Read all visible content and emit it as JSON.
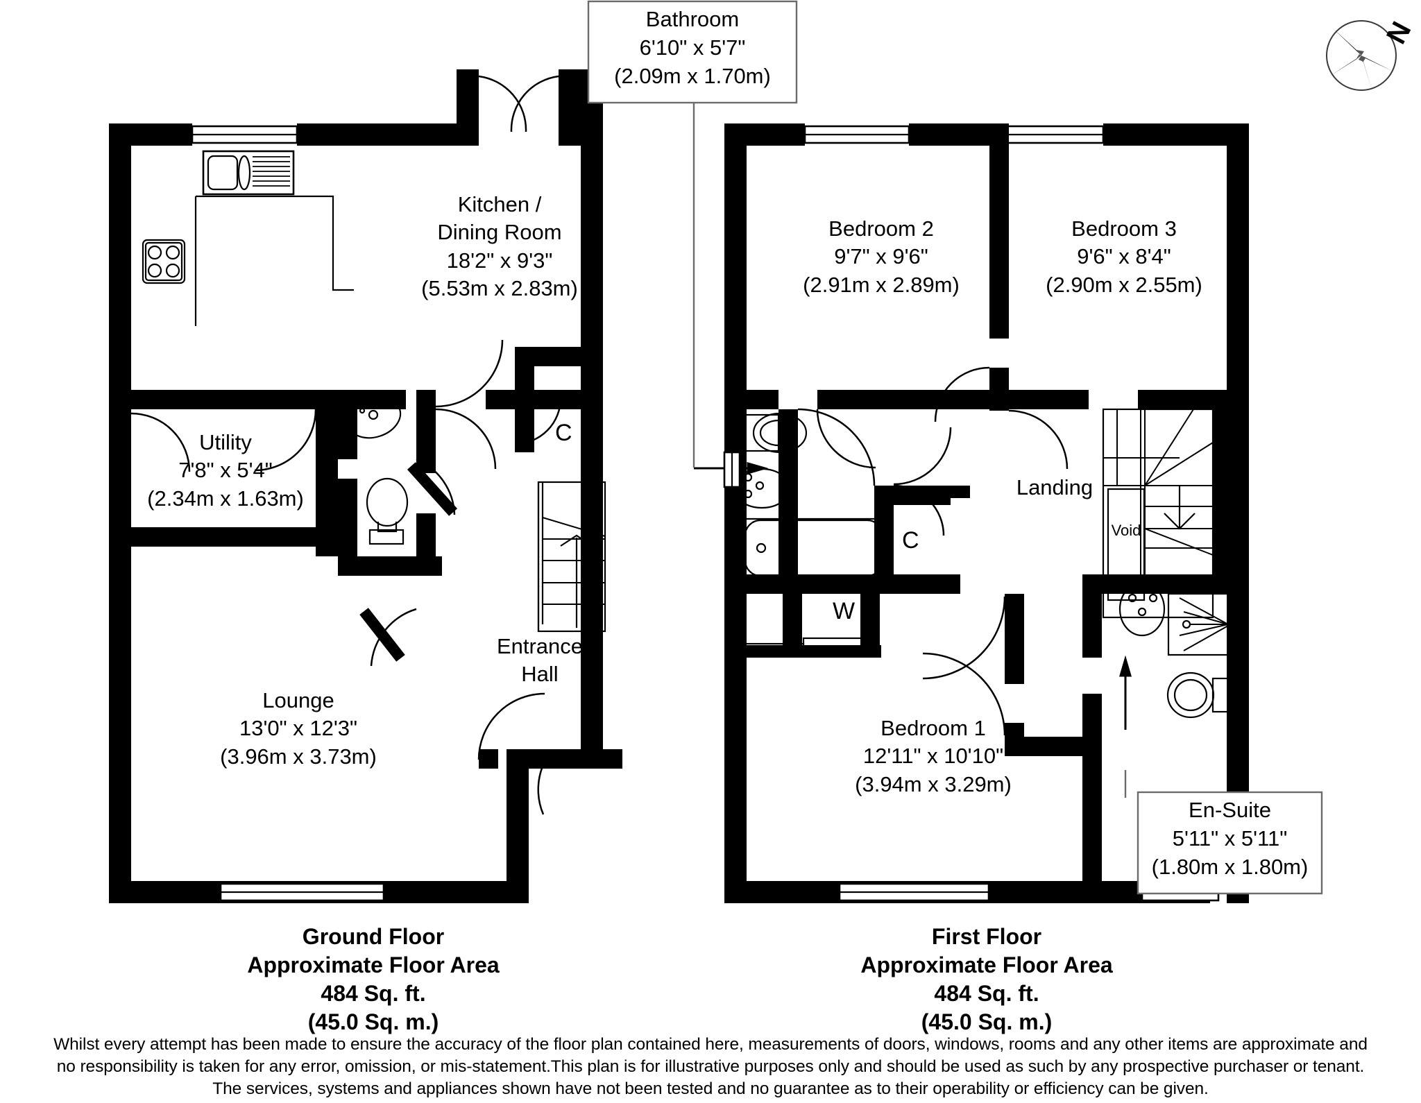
{
  "document": {
    "type": "floor-plan",
    "compass": {
      "label": "N",
      "icon": "compass-rose-icon"
    }
  },
  "callouts": [
    {
      "id": "bathroom",
      "name": "Bathroom",
      "imperial": "6'10\" x 5'7\"",
      "metric": "(2.09m x 1.70m)"
    },
    {
      "id": "ensuite",
      "name": "En-Suite",
      "imperial": "5'11\" x 5'11\"",
      "metric": "(1.80m x 1.80m)"
    }
  ],
  "ground_floor": {
    "caption": {
      "floor": "Ground Floor",
      "area_title": "Approximate Floor Area",
      "area_sqft": "484 Sq. ft.",
      "area_sqm": "(45.0 Sq. m.)"
    },
    "rooms": [
      {
        "id": "kitchen-dining",
        "name_line1": "Kitchen /",
        "name_line2": "Dining Room",
        "imperial": "18'2\" x 9'3\"",
        "metric": "(5.53m x 2.83m)"
      },
      {
        "id": "utility",
        "name": "Utility",
        "imperial": "7'8\" x 5'4\"",
        "metric": "(2.34m x 1.63m)"
      },
      {
        "id": "lounge",
        "name": "Lounge",
        "imperial": "13'0\" x 12'3\"",
        "metric": "(3.96m x 3.73m)"
      },
      {
        "id": "entrance-hall",
        "name_line1": "Entrance",
        "name_line2": "Hall"
      }
    ],
    "markers": [
      {
        "id": "cupboard-ground",
        "label": "C"
      }
    ]
  },
  "first_floor": {
    "caption": {
      "floor": "First Floor",
      "area_title": "Approximate Floor Area",
      "area_sqft": "484 Sq. ft.",
      "area_sqm": "(45.0 Sq. m.)"
    },
    "rooms": [
      {
        "id": "bedroom-2",
        "name": "Bedroom 2",
        "imperial": "9'7\" x 9'6\"",
        "metric": "(2.91m x 2.89m)"
      },
      {
        "id": "bedroom-3",
        "name": "Bedroom 3",
        "imperial": "9'6\" x 8'4\"",
        "metric": "(2.90m x 2.55m)"
      },
      {
        "id": "bedroom-1",
        "name": "Bedroom 1",
        "imperial": "12'11\" x 10'10\"",
        "metric": "(3.94m x 3.29m)"
      },
      {
        "id": "landing",
        "name": "Landing"
      }
    ],
    "markers": [
      {
        "id": "void",
        "label": "Void"
      },
      {
        "id": "cupboard-first",
        "label": "C"
      },
      {
        "id": "wardrobe",
        "label": "W"
      }
    ]
  },
  "disclaimer": {
    "line1": "Whilst every attempt has been made to ensure the accuracy of the floor plan contained here, measurements of doors, windows, rooms and any other items are approximate and",
    "line2": "no responsibility is taken for any error, omission, or mis-statement.This plan is for illustrative purposes only and should be used as such by any prospective purchaser or tenant.",
    "line3": "The services, systems and appliances shown have not been tested and no guarantee as to their operability or efficiency can be given."
  },
  "colors": {
    "wall": "#000000",
    "background": "#ffffff",
    "callout_border": "#6b6b6b"
  }
}
